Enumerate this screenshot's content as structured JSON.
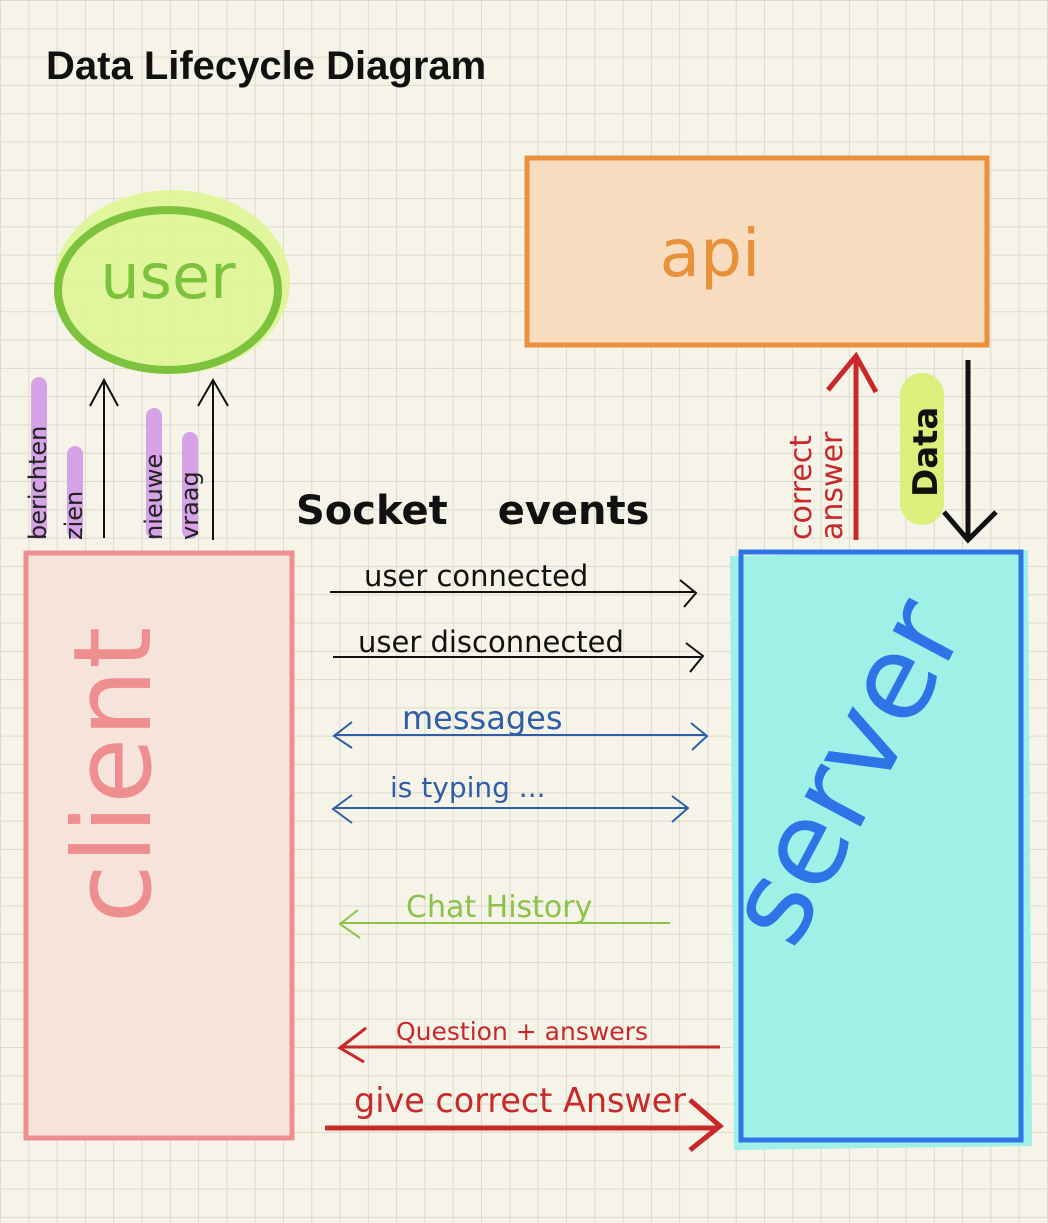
{
  "title": "Data Lifecycle Diagram",
  "nodes": {
    "user": {
      "label": "user",
      "color": "#7cc23c",
      "fill": "#def593"
    },
    "api": {
      "label": "api",
      "color": "#e8913a",
      "fill": "#f7dcc0"
    },
    "client": {
      "label": "client",
      "color": "#ee8e8e",
      "fill": "#f6e3dc"
    },
    "server": {
      "label": "server",
      "color": "#2f74e6",
      "fill": "#9ff0e6"
    }
  },
  "client_to_user": [
    {
      "label": "berichten zien",
      "line1": "berichten",
      "line2": "zien"
    },
    {
      "label": "nieuwe vraag",
      "line1": "nieuwe",
      "line2": "vraag"
    }
  ],
  "highlight_color": "#d6a3e6",
  "api_links": {
    "to_api": {
      "line1": "correct",
      "line2": "answer",
      "color": "#c8282a"
    },
    "to_server": {
      "label": "Data",
      "color": "#111111",
      "highlight": "#dbef7d"
    }
  },
  "socket": {
    "heading": "Socket events",
    "events": [
      {
        "label": "user connected",
        "direction": "to-server",
        "color": "#111111"
      },
      {
        "label": "user disconnected",
        "direction": "to-server",
        "color": "#111111"
      },
      {
        "label": "messages",
        "direction": "both",
        "color": "#2f5ea8"
      },
      {
        "label": "is typing ...",
        "direction": "both",
        "color": "#2f5ea8"
      },
      {
        "label": "Chat History",
        "direction": "to-client",
        "color": "#8cc24a"
      },
      {
        "label": "Question + answers",
        "direction": "to-client",
        "color": "#c8282a"
      },
      {
        "label": "give correct Answer",
        "direction": "to-server",
        "color": "#c8282a"
      }
    ]
  }
}
